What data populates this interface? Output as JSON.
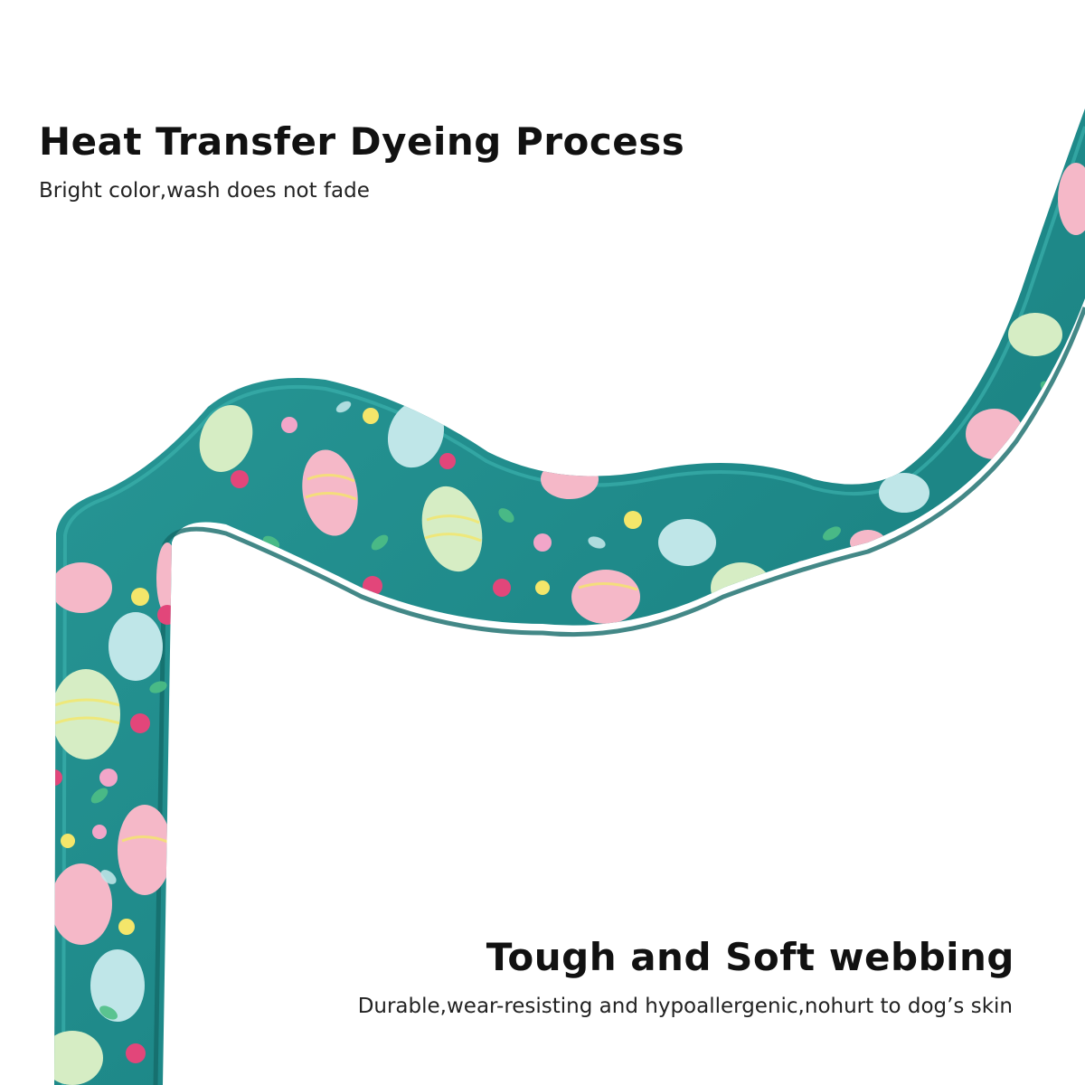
{
  "feature_top": {
    "title": "Heat Transfer Dyeing Process",
    "subtitle": "Bright color,wash does not fade"
  },
  "feature_bottom": {
    "title": "Tough and Soft webbing",
    "subtitle": "Durable,wear-resisting and hypoallergenic,nohurt to dog’s skin"
  },
  "colors": {
    "background": "#ffffff",
    "webbing": "#1f8a8a",
    "webbing_edge": "#16706f",
    "egg_pink": "#f5b8c8",
    "egg_green": "#d6edc4",
    "egg_blue": "#bfe6e8",
    "flower_pink": "#e2467a",
    "flower_yellow": "#f4e66a",
    "leaf": "#4fbf86"
  }
}
